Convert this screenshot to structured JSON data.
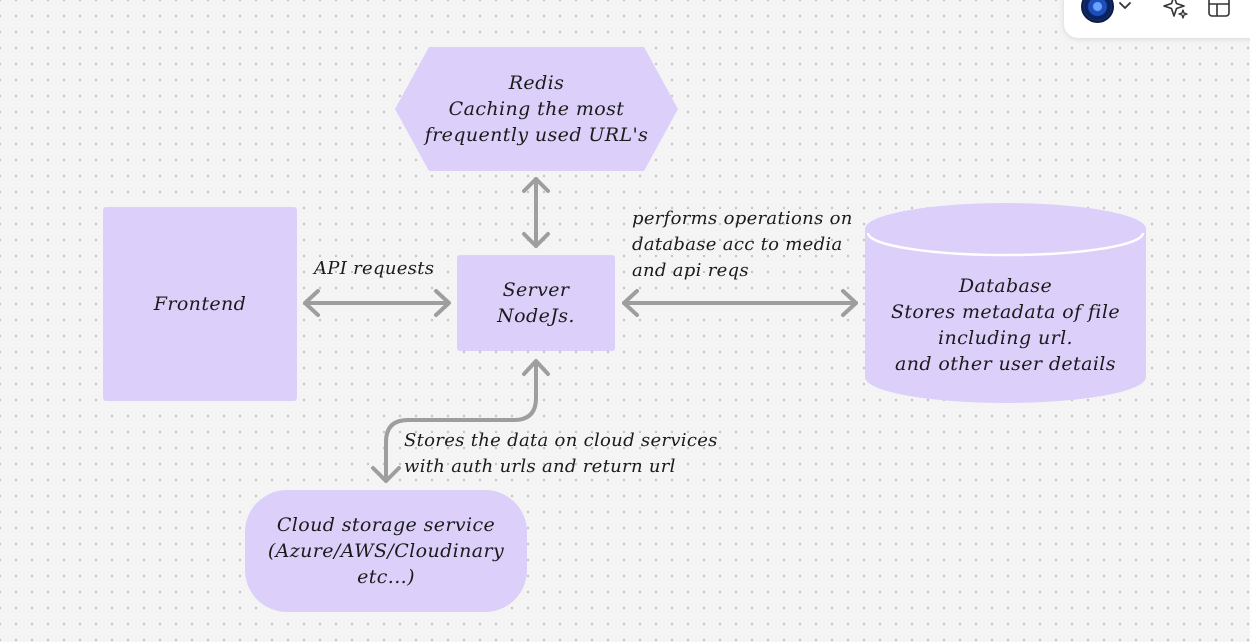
{
  "nodes": {
    "redis": "Redis\nCaching the most\nfrequently used URL's",
    "frontend": "Frontend",
    "server": "Server\nNodeJs.",
    "database": "Database\nStores metadata of file\nincluding url.\nand other user details",
    "cloud": "Cloud storage service\n(Azure/AWS/Cloudinary\netc...)"
  },
  "edges": {
    "frontend_server": "API requests",
    "server_database": "performs operations on\ndatabase acc to media\nand api reqs",
    "server_cloud": "Stores the data on cloud services\nwith auth urls and return url"
  },
  "colors": {
    "node_fill": "#dcd0fb",
    "arrow": "#9e9e9e"
  },
  "toolbar": {
    "icons": [
      "avatar",
      "chevron-down-icon",
      "sparkle-icon",
      "layout-icon"
    ]
  }
}
